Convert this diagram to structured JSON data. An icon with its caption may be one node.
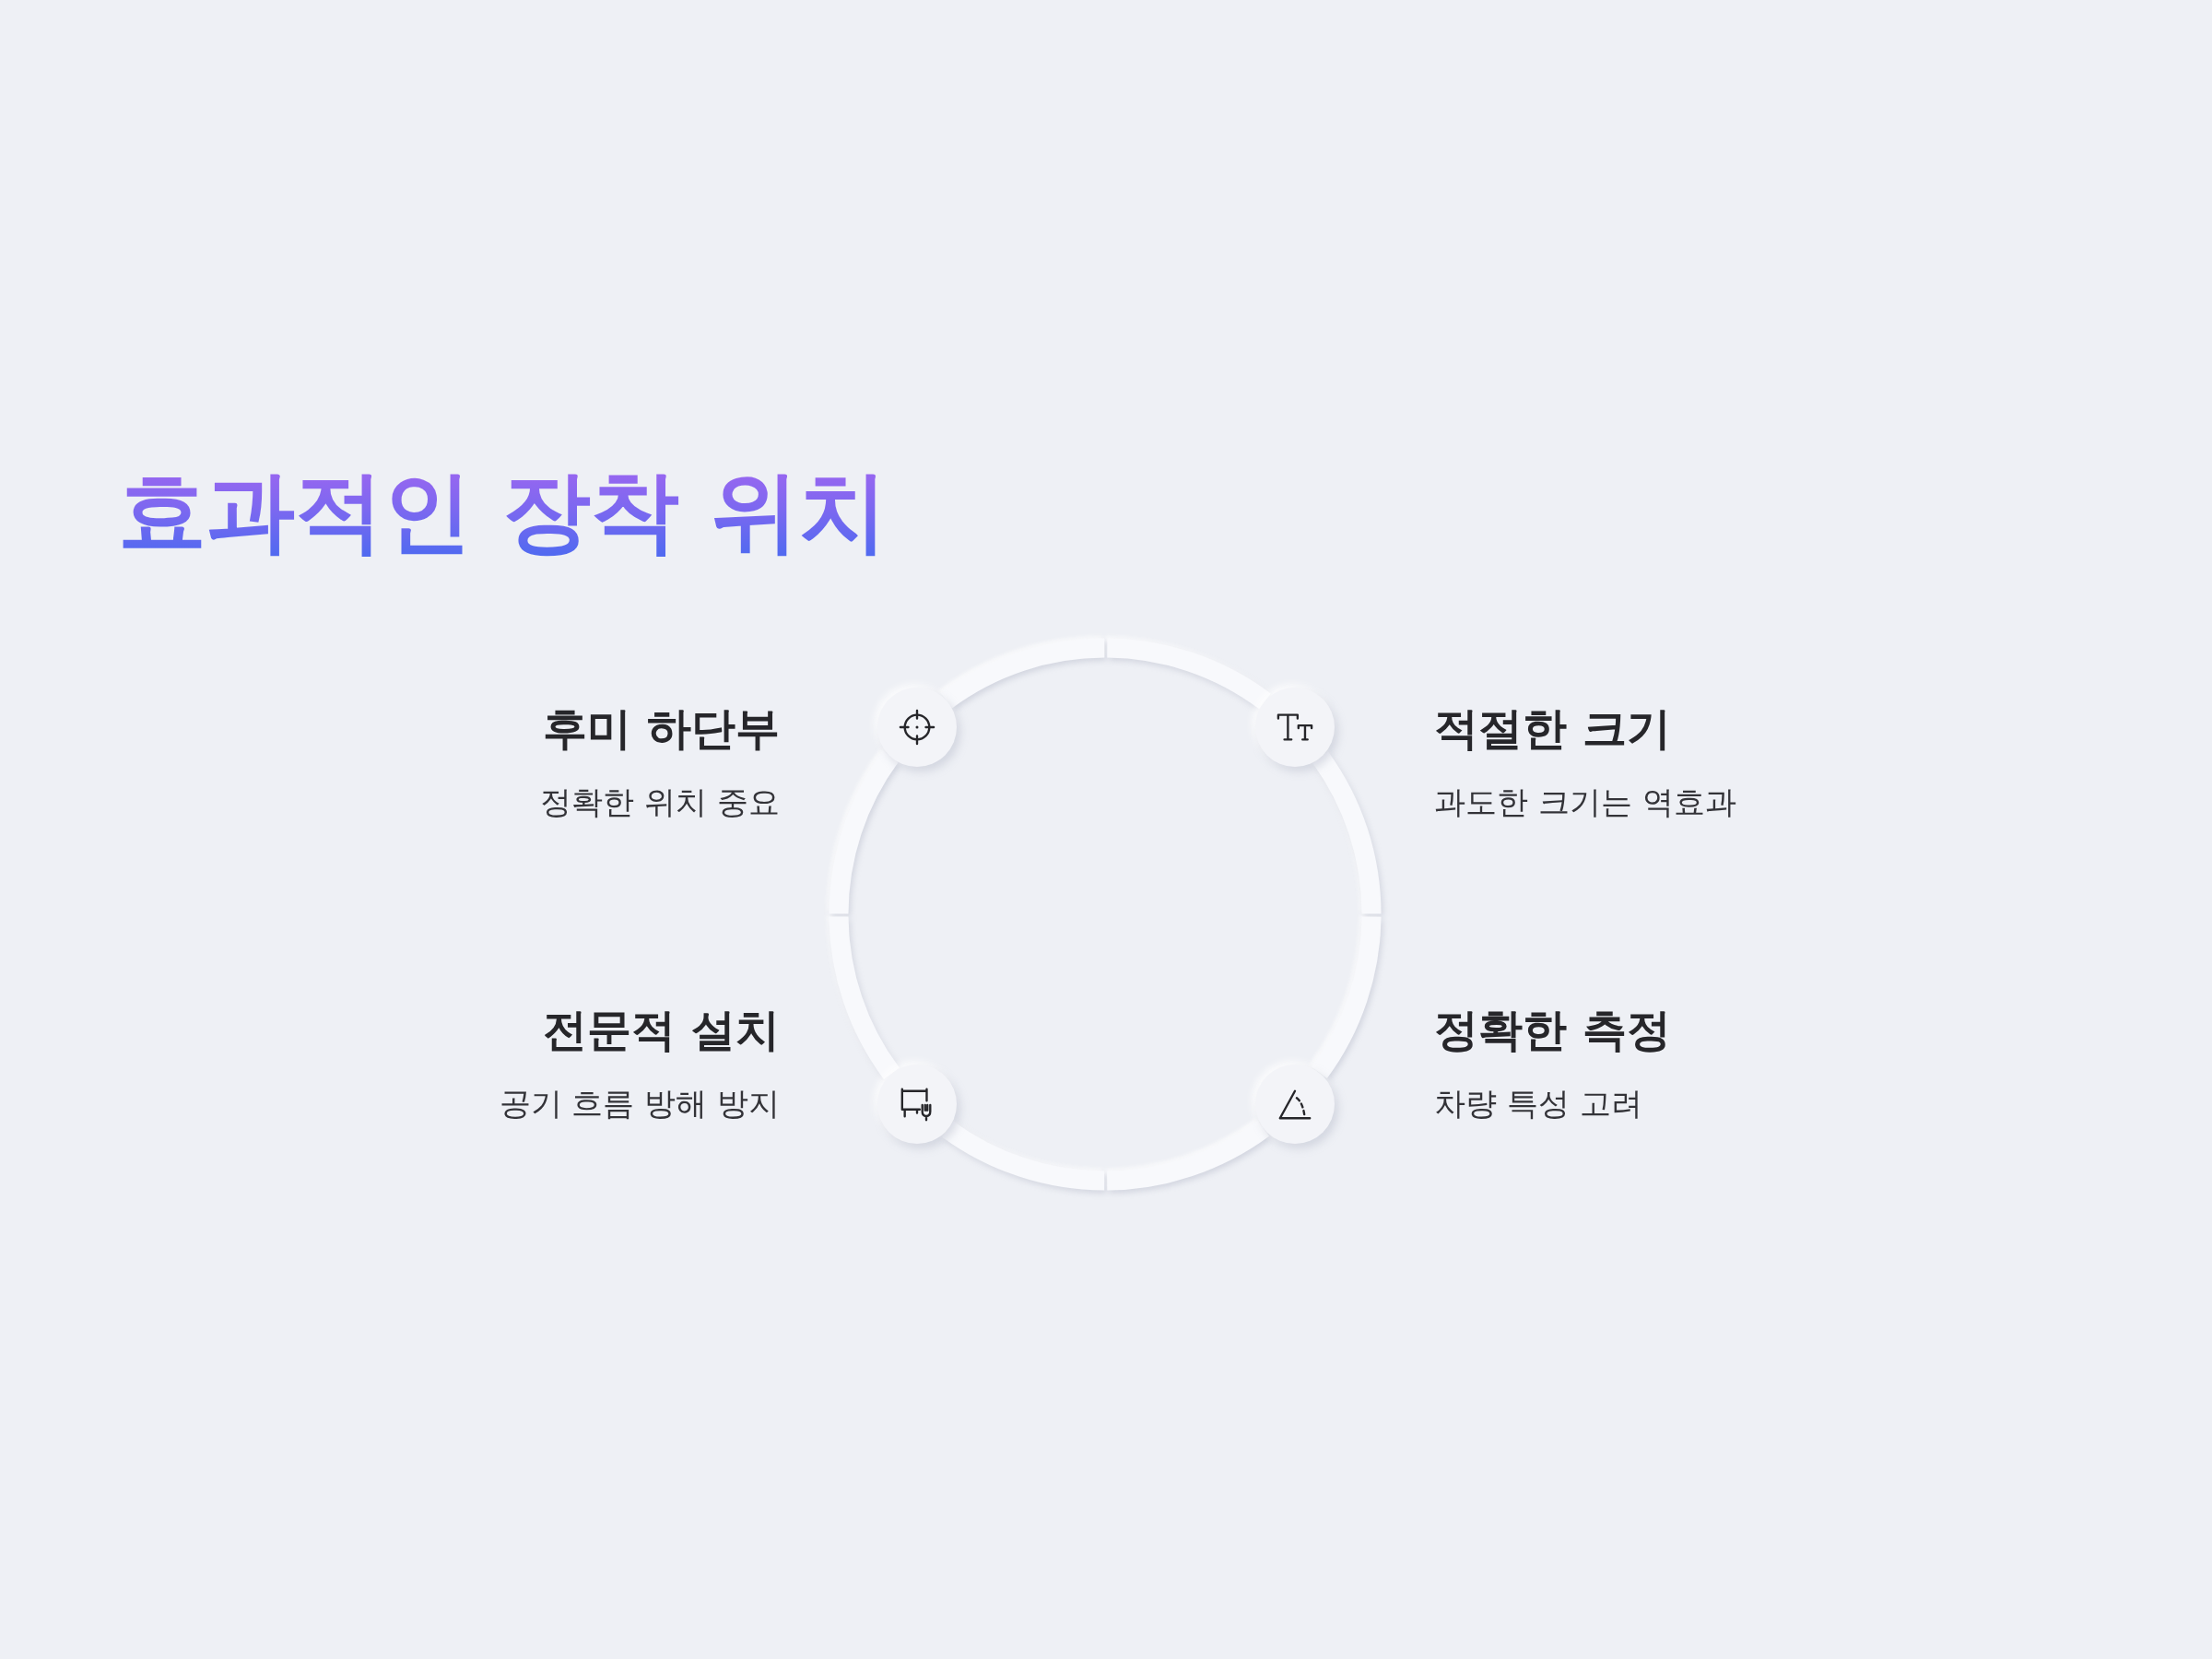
{
  "diagram": {
    "title": "효과적인 장착 위치",
    "nodes": [
      {
        "text": [],
        "shape": "circle",
        "beside": [
          "후미 하단부",
          "정확한 위치 중요"
        ]
      },
      {
        "text": [],
        "shape": "circle",
        "beside": [
          "적절한 크기",
          "과도한 크기는 역효과"
        ]
      },
      {
        "text": [],
        "shape": "circle",
        "beside": [
          "전문적 설치",
          "공기 흐름 방해 방지"
        ]
      },
      {
        "text": [],
        "shape": "circle",
        "beside": [
          "정확한 측정",
          "차량 특성 고려"
        ]
      }
    ],
    "edges": [
      {
        "from": 0,
        "to": 1,
        "arrow": "none"
      },
      {
        "from": 1,
        "to": 3,
        "arrow": "none"
      },
      {
        "from": 3,
        "to": 2,
        "arrow": "none"
      },
      {
        "from": 2,
        "to": 0,
        "arrow": "none"
      }
    ]
  }
}
